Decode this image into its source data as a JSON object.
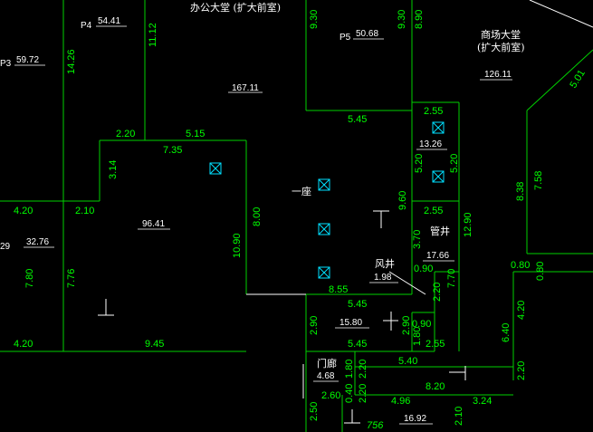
{
  "rooms": {
    "p4": {
      "label": "P4",
      "area": "54.41"
    },
    "p3": {
      "label": "P3",
      "area": "59.72"
    },
    "p5": {
      "label": "P5",
      "area": "50.68"
    },
    "office_hall": {
      "label": "办公大堂 (扩大前室)",
      "area": "167.11"
    },
    "mall_hall": {
      "label1": "商场大堂",
      "label2": "(扩大前室)",
      "area": "126.11"
    },
    "big_room": {
      "area": "96.41"
    },
    "left_room": {
      "area": "32.76",
      "tag": "29"
    },
    "small_right_top": {
      "area": "13.26"
    },
    "pipe_well": {
      "label": "管井",
      "area": "17.66"
    },
    "air_well": {
      "label": "风井",
      "area": "1.98"
    },
    "yi_zuo": {
      "label": "一座"
    },
    "mid_room": {
      "area": "15.80"
    },
    "door_stall": {
      "label": "门廊",
      "area": "4.68"
    },
    "bottom": {
      "area": "16.92"
    },
    "stamp": "756"
  },
  "dims": {
    "d930a": "9.30",
    "d930b": "9.30",
    "d890": "8.90",
    "d1426": "14.26",
    "d1112": "11.12",
    "d545a": "5.45",
    "d255a": "2.55",
    "d520a": "5.20",
    "d520b": "5.20",
    "d255b": "2.55",
    "d501": "5.01",
    "d838": "8.38",
    "d758": "7.58",
    "d220a": "2.20",
    "d515": "5.15",
    "d735": "7.35",
    "d314": "3.14",
    "d420a": "4.20",
    "d210": "2.10",
    "d800": "8.00",
    "d960": "9.60",
    "d370": "3.70",
    "d1290": "12.90",
    "d1090": "10.90",
    "d780": "7.80",
    "d776": "7.76",
    "d090a": "0.90",
    "d220b": "2.20",
    "d770": "7.70",
    "d080a": "0.80",
    "d080b": "0.80",
    "d855": "8.55",
    "d545b": "5.45",
    "d290a": "2.90",
    "d290b": "2.90",
    "d090b": "0.90",
    "d420b": "4.20",
    "d945": "9.45",
    "d545c": "5.45",
    "d180a": "1.80",
    "d255c": "2.55",
    "d640": "6.40",
    "d420c": "4.20",
    "d540": "5.40",
    "d180b": "1.80",
    "d220c": "2.20",
    "d040": "0.40",
    "d220d": "2.20",
    "d820": "8.20",
    "d220e": "2.20",
    "d260": "2.60",
    "d496": "4.96",
    "d324": "3.24",
    "d250": "2.50",
    "d210b": "2.10"
  }
}
